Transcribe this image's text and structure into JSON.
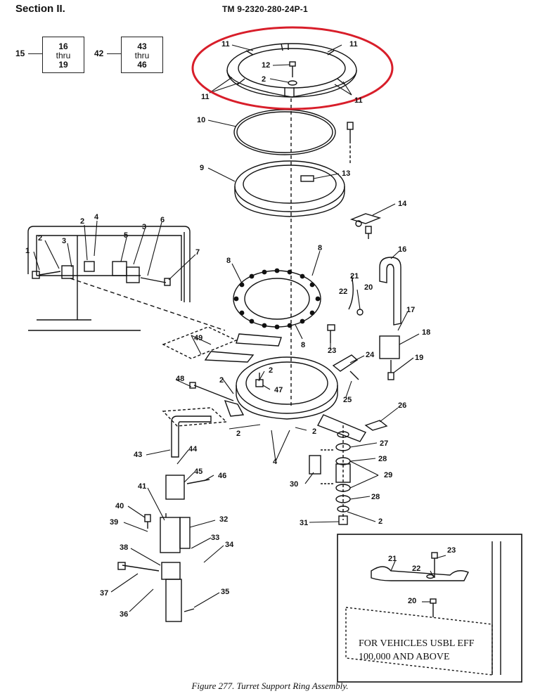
{
  "header": {
    "section": "Section II.",
    "tm_number": "TM 9-2320-280-24P-1"
  },
  "callouts": [
    {
      "ref": "15",
      "line1": "16",
      "line2": "thru",
      "line3": "19"
    },
    {
      "ref": "42",
      "line1": "43",
      "line2": "thru",
      "line3": "46"
    }
  ],
  "item_labels": {
    "i1": "1",
    "i2": "2",
    "i3": "3",
    "i4": "4",
    "i5": "5",
    "i6": "6",
    "i7": "7",
    "i8": "8",
    "i9": "9",
    "i10": "10",
    "i11": "11",
    "i12": "12",
    "i13": "13",
    "i14": "14",
    "i16": "16",
    "i17": "17",
    "i18": "18",
    "i19": "19",
    "i20": "20",
    "i21": "21",
    "i22": "22",
    "i23": "23",
    "i24": "24",
    "i25": "25",
    "i26": "26",
    "i27": "27",
    "i28": "28",
    "i29": "29",
    "i30": "30",
    "i31": "31",
    "i32": "32",
    "i33": "33",
    "i34": "34",
    "i35": "35",
    "i36": "36",
    "i37": "37",
    "i38": "38",
    "i39": "39",
    "i40": "40",
    "i41": "41",
    "i43": "43",
    "i44": "44",
    "i45": "45",
    "i46": "46",
    "i47": "47",
    "i48": "48",
    "i49": "49"
  },
  "inset": {
    "line1": "FOR VEHICLES USBL EFF",
    "line2": "100,000 AND ABOVE"
  },
  "highlight_color": "#d81e2a",
  "caption": "Figure 277.  Turret Support Ring Assembly."
}
